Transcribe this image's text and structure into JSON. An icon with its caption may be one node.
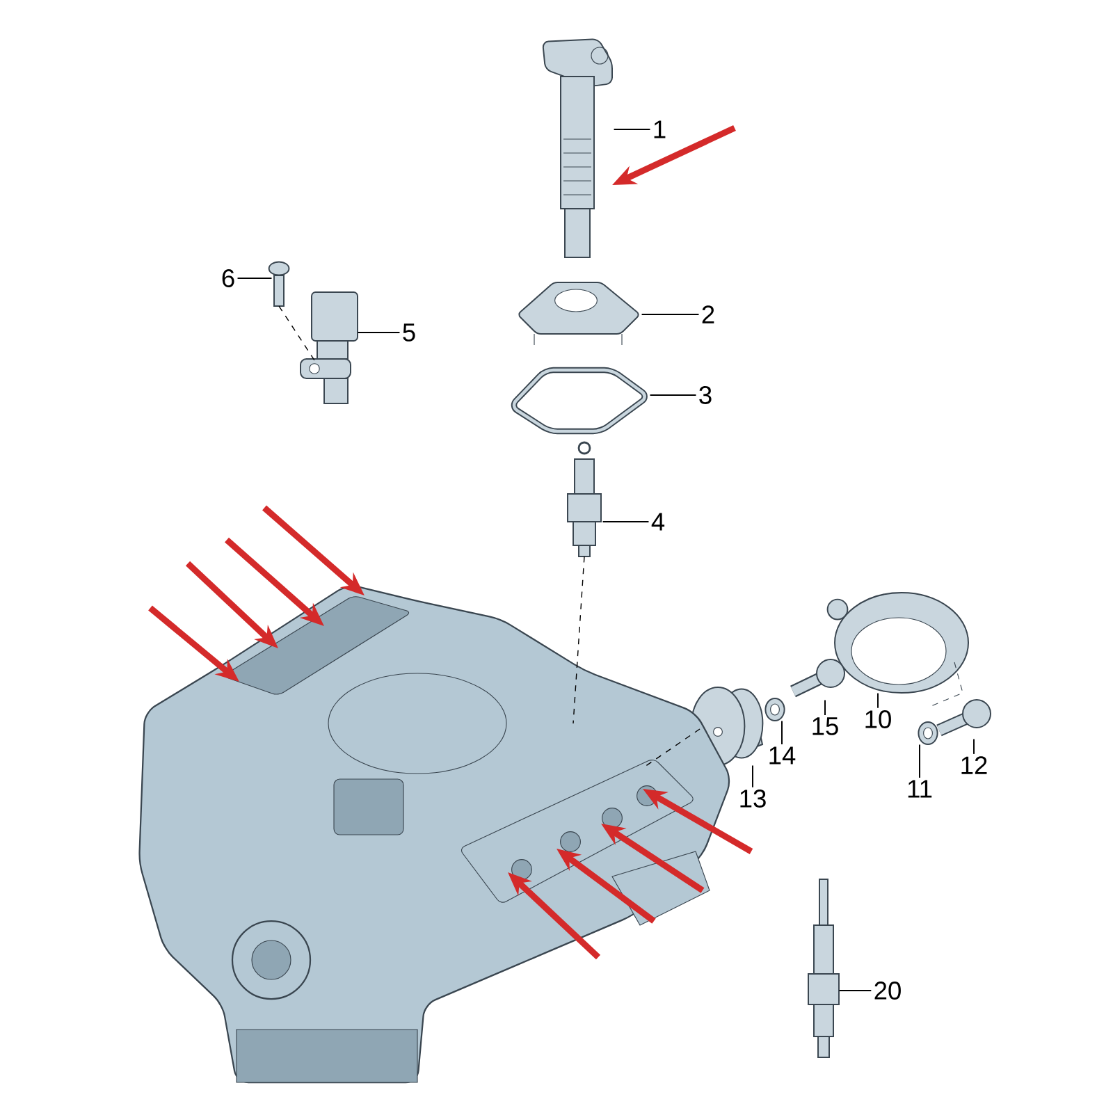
{
  "diagram": {
    "nodes": [
      {
        "text": [
          "1"
        ]
      },
      {
        "text": [
          "2"
        ]
      },
      {
        "text": [
          "3"
        ]
      },
      {
        "text": [
          "4"
        ]
      },
      {
        "text": [
          "5"
        ]
      },
      {
        "text": [
          "6"
        ]
      },
      {
        "text": [
          "10"
        ]
      },
      {
        "text": [
          "11"
        ]
      },
      {
        "text": [
          "12"
        ]
      },
      {
        "text": [
          "13"
        ]
      },
      {
        "text": [
          "14"
        ]
      },
      {
        "text": [
          "15"
        ]
      },
      {
        "text": [
          "20"
        ]
      },
      {
        "text": [],
        "shape": "picture"
      },
      {
        "text": [],
        "shape": "picture"
      },
      {
        "text": [],
        "shape": "picture"
      },
      {
        "text": [],
        "shape": "picture"
      },
      {
        "text": [],
        "shape": "picture"
      },
      {
        "text": [],
        "shape": "picture"
      },
      {
        "text": [],
        "shape": "picture"
      },
      {
        "text": [],
        "shape": "picture"
      },
      {
        "text": [],
        "shape": "picture"
      },
      {
        "text": [],
        "shape": "picture"
      },
      {
        "text": [],
        "shape": "picture"
      },
      {
        "text": [],
        "shape": "picture"
      },
      {
        "text": [],
        "shape": "picture"
      },
      {
        "text": [],
        "shape": "picture"
      }
    ],
    "edges": [
      {
        "from": 0,
        "to": 13,
        "arrow": "none"
      },
      {
        "from": 1,
        "to": 14,
        "arrow": "none"
      },
      {
        "from": 2,
        "to": 15,
        "arrow": "none"
      },
      {
        "from": 3,
        "to": 16,
        "arrow": "none"
      },
      {
        "from": 4,
        "to": 17,
        "arrow": "none"
      },
      {
        "from": 5,
        "to": 18,
        "arrow": "none"
      },
      {
        "from": 6,
        "to": 19,
        "arrow": "none"
      },
      {
        "from": 7,
        "to": 20,
        "arrow": "none"
      },
      {
        "from": 8,
        "to": 21,
        "arrow": "none"
      },
      {
        "from": 9,
        "to": 22,
        "arrow": "none"
      },
      {
        "from": 10,
        "to": 23,
        "arrow": "none"
      },
      {
        "from": 11,
        "to": 24,
        "arrow": "none"
      },
      {
        "from": 12,
        "to": 25,
        "arrow": "none"
      },
      {
        "from": 18,
        "to": 17,
        "arrow": "none",
        "style": "dashed"
      },
      {
        "from": 16,
        "to": 26,
        "arrow": "none",
        "style": "dashed"
      },
      {
        "from": 22,
        "to": 26,
        "arrow": "none",
        "style": "dashed"
      },
      {
        "from": null,
        "to": 13,
        "arrow": "to",
        "style": "thick",
        "color": "#d42a2a"
      },
      {
        "from": null,
        "to": 26,
        "arrow": "to",
        "style": "thick",
        "color": "#d42a2a"
      },
      {
        "from": null,
        "to": 26,
        "arrow": "to",
        "style": "thick",
        "color": "#d42a2a"
      },
      {
        "from": null,
        "to": 26,
        "arrow": "to",
        "style": "thick",
        "color": "#d42a2a"
      },
      {
        "from": null,
        "to": 26,
        "arrow": "to",
        "style": "thick",
        "color": "#d42a2a"
      },
      {
        "from": null,
        "to": 26,
        "arrow": "to",
        "style": "thick",
        "color": "#d42a2a"
      },
      {
        "from": null,
        "to": 26,
        "arrow": "to",
        "style": "thick",
        "color": "#d42a2a"
      },
      {
        "from": null,
        "to": 26,
        "arrow": "to",
        "style": "thick",
        "color": "#d42a2a"
      },
      {
        "from": null,
        "to": 26,
        "arrow": "to",
        "style": "thick",
        "color": "#d42a2a"
      }
    ]
  }
}
